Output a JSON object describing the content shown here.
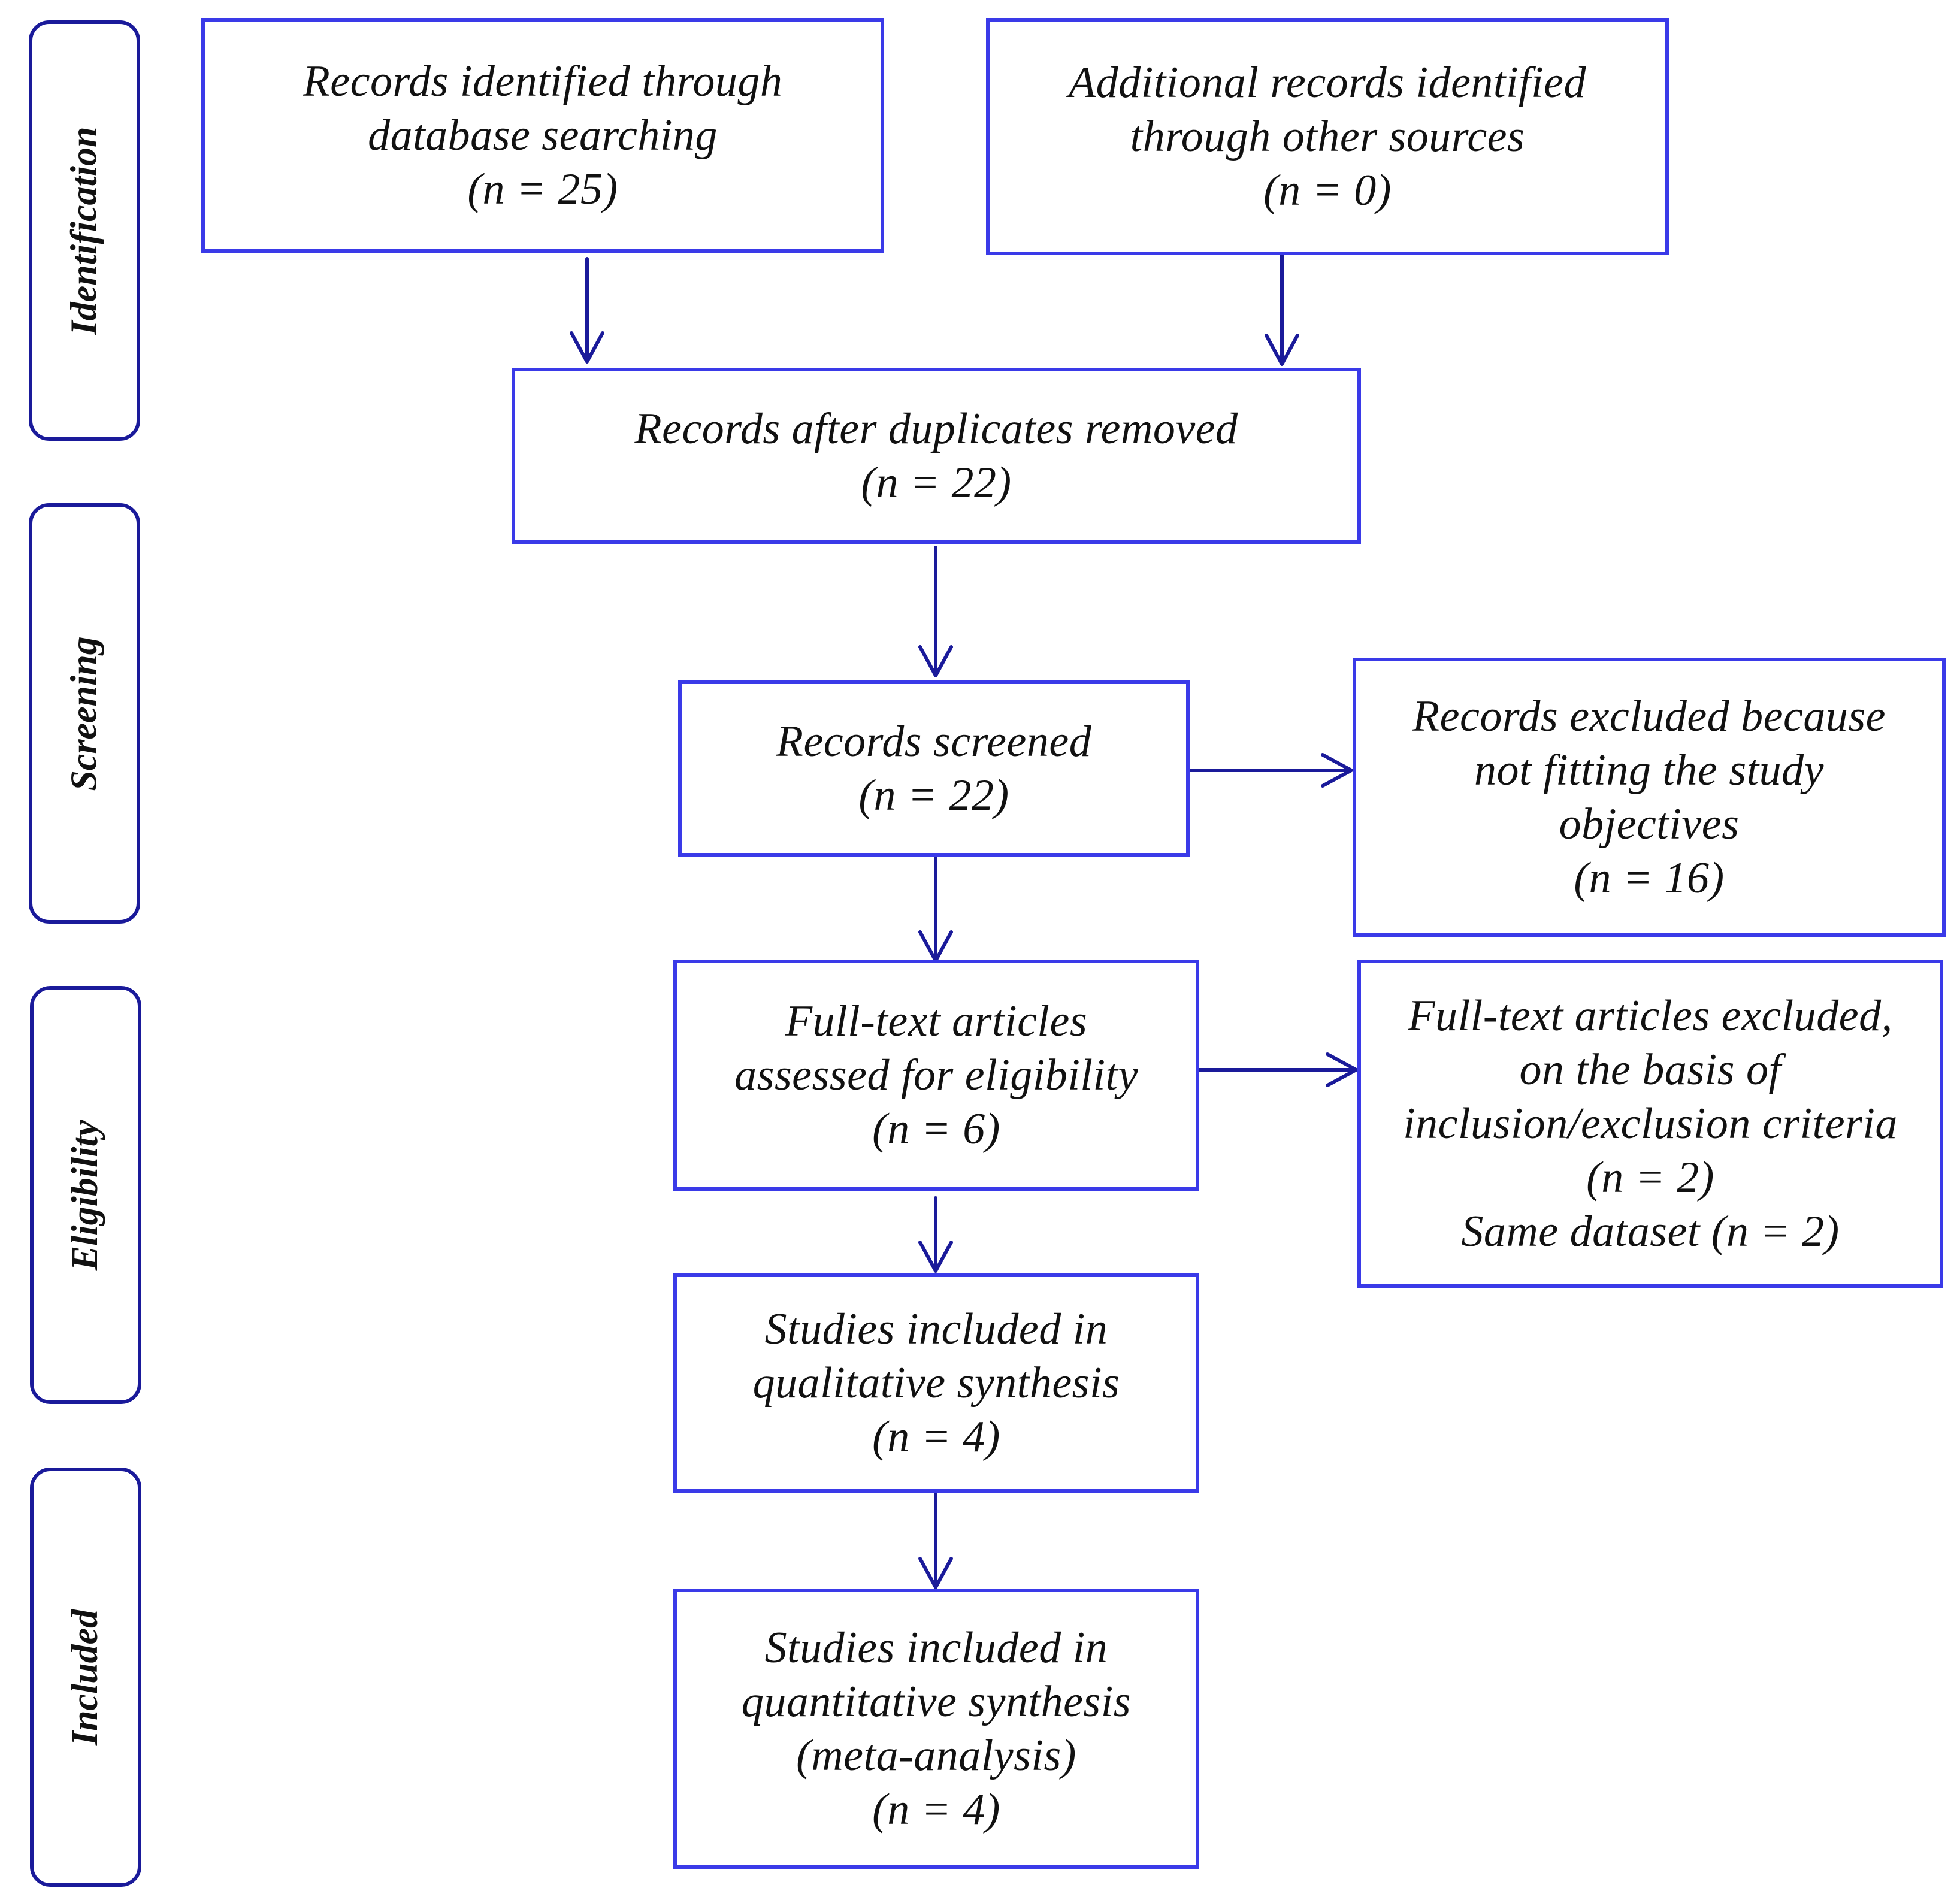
{
  "colors": {
    "box_border": "#3a3ae8",
    "arrow": "#1a1a9a",
    "stage_border": "#1a1a9a"
  },
  "stages": {
    "identification": "Identification",
    "screening": "Screening",
    "eligibility": "Eligibility",
    "included": "Included"
  },
  "boxes": {
    "database": {
      "line1": "Records identified through",
      "line2": "database searching",
      "count": "(n = 25)"
    },
    "other_sources": {
      "line1": "Additional records identified",
      "line2": "through other sources",
      "count": "(n = 0)"
    },
    "duplicates_removed": {
      "line1": "Records after duplicates removed",
      "count": "(n = 22)"
    },
    "screened": {
      "line1": "Records screened",
      "count": "(n = 22)"
    },
    "excluded_objectives": {
      "line1": "Records excluded because",
      "line2": "not fitting the study",
      "line3": "objectives",
      "count": "(n = 16)"
    },
    "full_text": {
      "line1": "Full-text articles",
      "line2": "assessed for eligibility",
      "count": "(n = 6)"
    },
    "full_text_excluded": {
      "line1": "Full-text articles excluded,",
      "line2": "on the basis of",
      "line3": "inclusion/exclusion criteria",
      "count": "(n = 2)",
      "line5": "Same dataset (n = 2)"
    },
    "qualitative": {
      "line1": "Studies included in",
      "line2": "qualitative synthesis",
      "count": "(n = 4)"
    },
    "quantitative": {
      "line1": "Studies included in",
      "line2": "quantitative synthesis",
      "line3": "(meta-analysis)",
      "count": "(n = 4)"
    }
  }
}
